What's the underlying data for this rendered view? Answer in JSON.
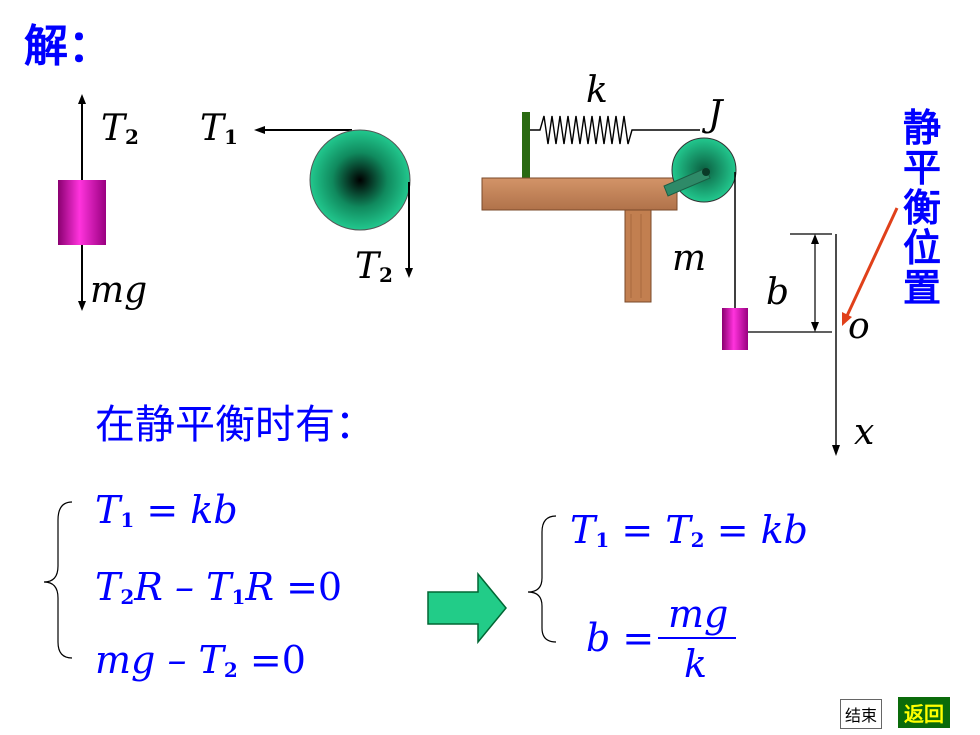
{
  "title": "解：",
  "heading": "在静平衡时有：",
  "equilibrium_label": [
    "静",
    "平",
    "衡",
    "位",
    "置"
  ],
  "labels": {
    "T": "T",
    "one": "1",
    "two": "2",
    "mg": "mg",
    "k": "k",
    "J": "J",
    "m": "m",
    "b": "b",
    "o": "o",
    "x": "x"
  },
  "equations_left": {
    "eq1_rhs": "= kb",
    "eq2_a": "R",
    "eq2_minus": "–",
    "eq2_b": "R",
    "eq2_rhs": "=0",
    "eq3_lhs": "mg",
    "eq3_minus": "–",
    "eq3_rhs": "=0"
  },
  "equations_right": {
    "eq1_mid": "=",
    "eq1_rhs": "= kb",
    "eq2_lhs": "b =",
    "eq2_num": "mg",
    "eq2_den": "k"
  },
  "buttons": {
    "end": "结束",
    "back": "返回"
  },
  "colors": {
    "text_blue": "#0000ff",
    "block_magenta": "#cc00aa",
    "pulley_green": "#1fc08a",
    "arrow_green": "#22cc88",
    "wood": "#c8865a",
    "pointer_red": "#e0401a",
    "back_button_bg": "#0a6b0a",
    "back_button_text": "#ffff00"
  }
}
